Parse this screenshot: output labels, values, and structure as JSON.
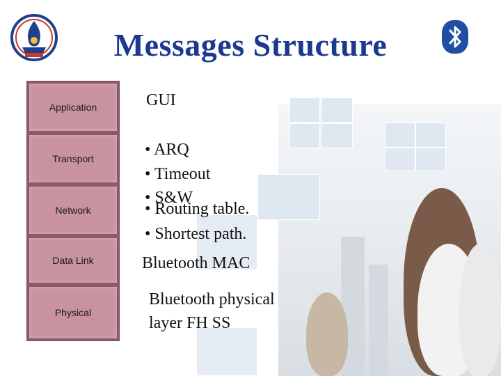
{
  "title": "Messages Structure",
  "layers": [
    {
      "label": "Application"
    },
    {
      "label": "Transport"
    },
    {
      "label": "Network"
    },
    {
      "label": "Data Link"
    },
    {
      "label": "Physical"
    }
  ],
  "descriptions": {
    "application": "GUI",
    "transport": [
      "• ARQ",
      "• Timeout",
      "• S&W"
    ],
    "network": [
      "• Routing table.",
      "• Shortest path."
    ],
    "datalink": "Bluetooth MAC",
    "physical": [
      "Bluetooth physical",
      "layer FH SS"
    ]
  },
  "colors": {
    "title": "#1b3a8f",
    "layer_fill": "#c9929f",
    "layer_frame": "#8c5a6c",
    "bluetooth": "#1e4fa3"
  },
  "icons": [
    "university-logo",
    "bluetooth-icon"
  ]
}
